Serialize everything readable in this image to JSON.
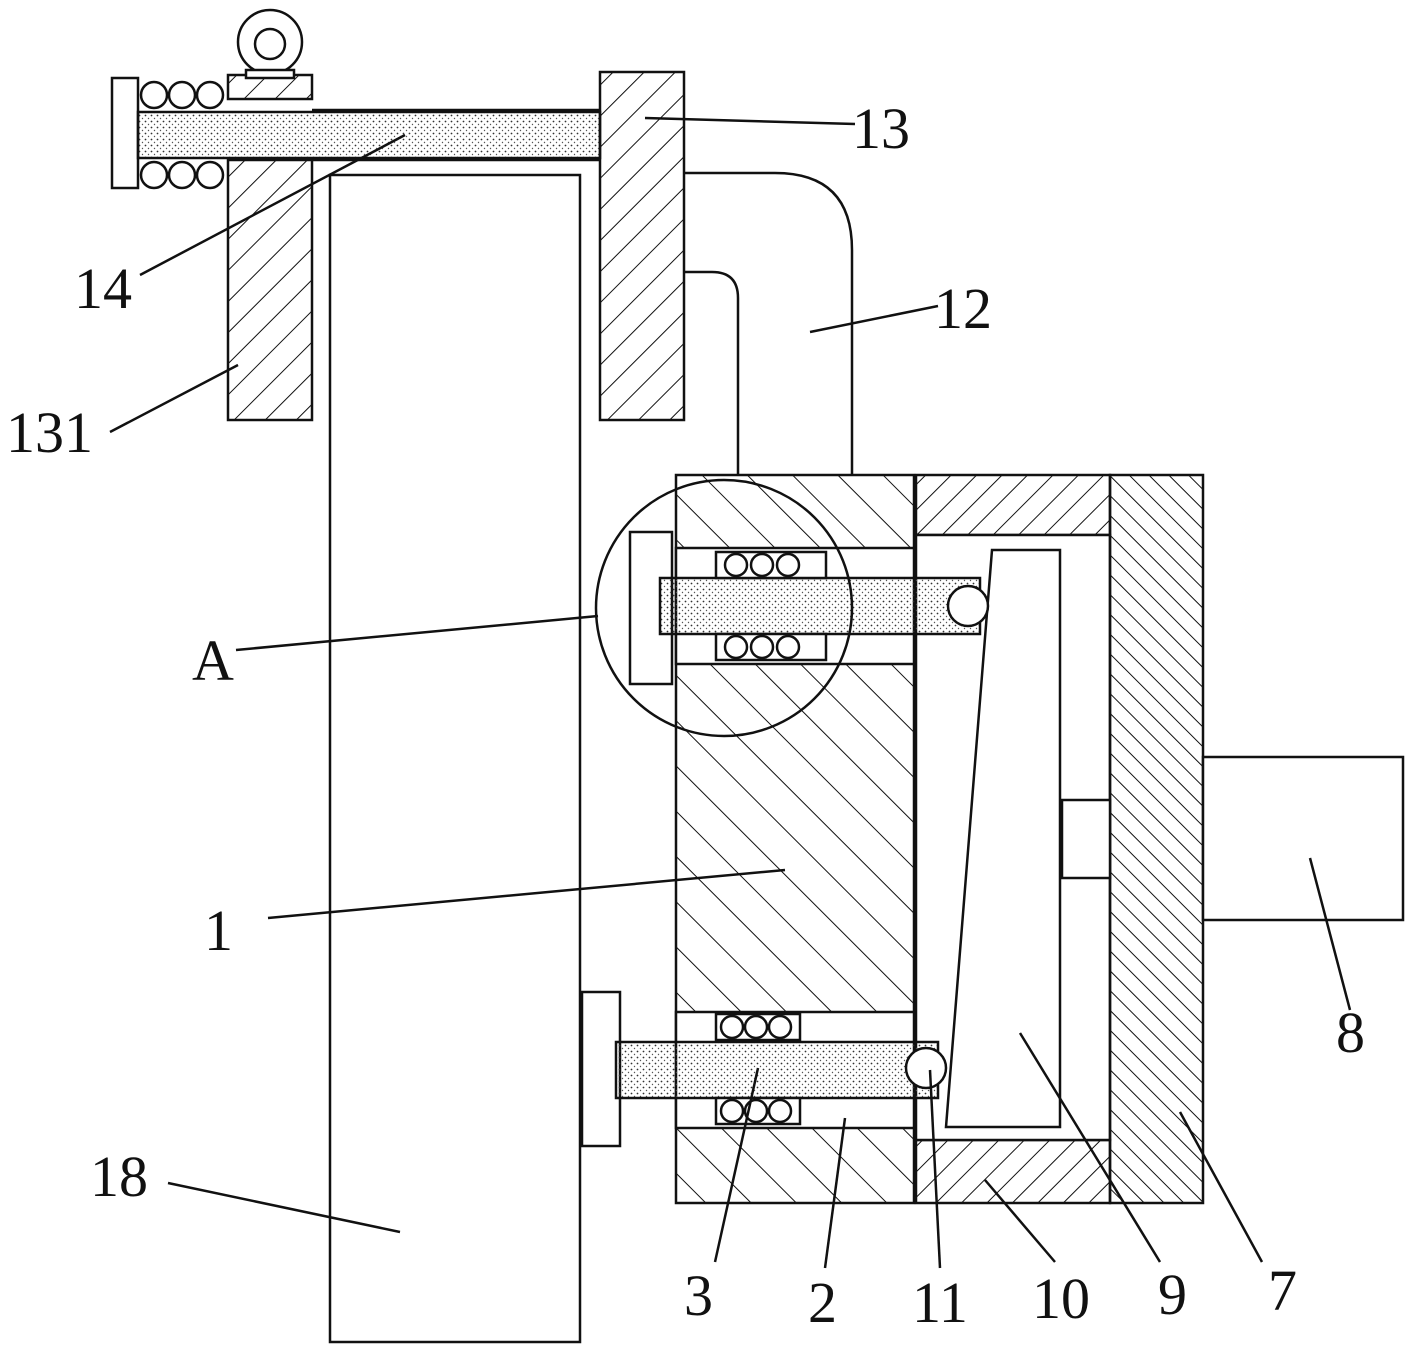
{
  "labels": {
    "l14": "14",
    "l131": "131",
    "l13": "13",
    "l12": "12",
    "lA": "A",
    "l1": "1",
    "l8": "8",
    "l18": "18",
    "l3": "3",
    "l2": "2",
    "l11": "11",
    "l10": "10",
    "l9": "9",
    "l7": "7"
  },
  "colors": {
    "line": "#111111",
    "background": "#ffffff"
  }
}
